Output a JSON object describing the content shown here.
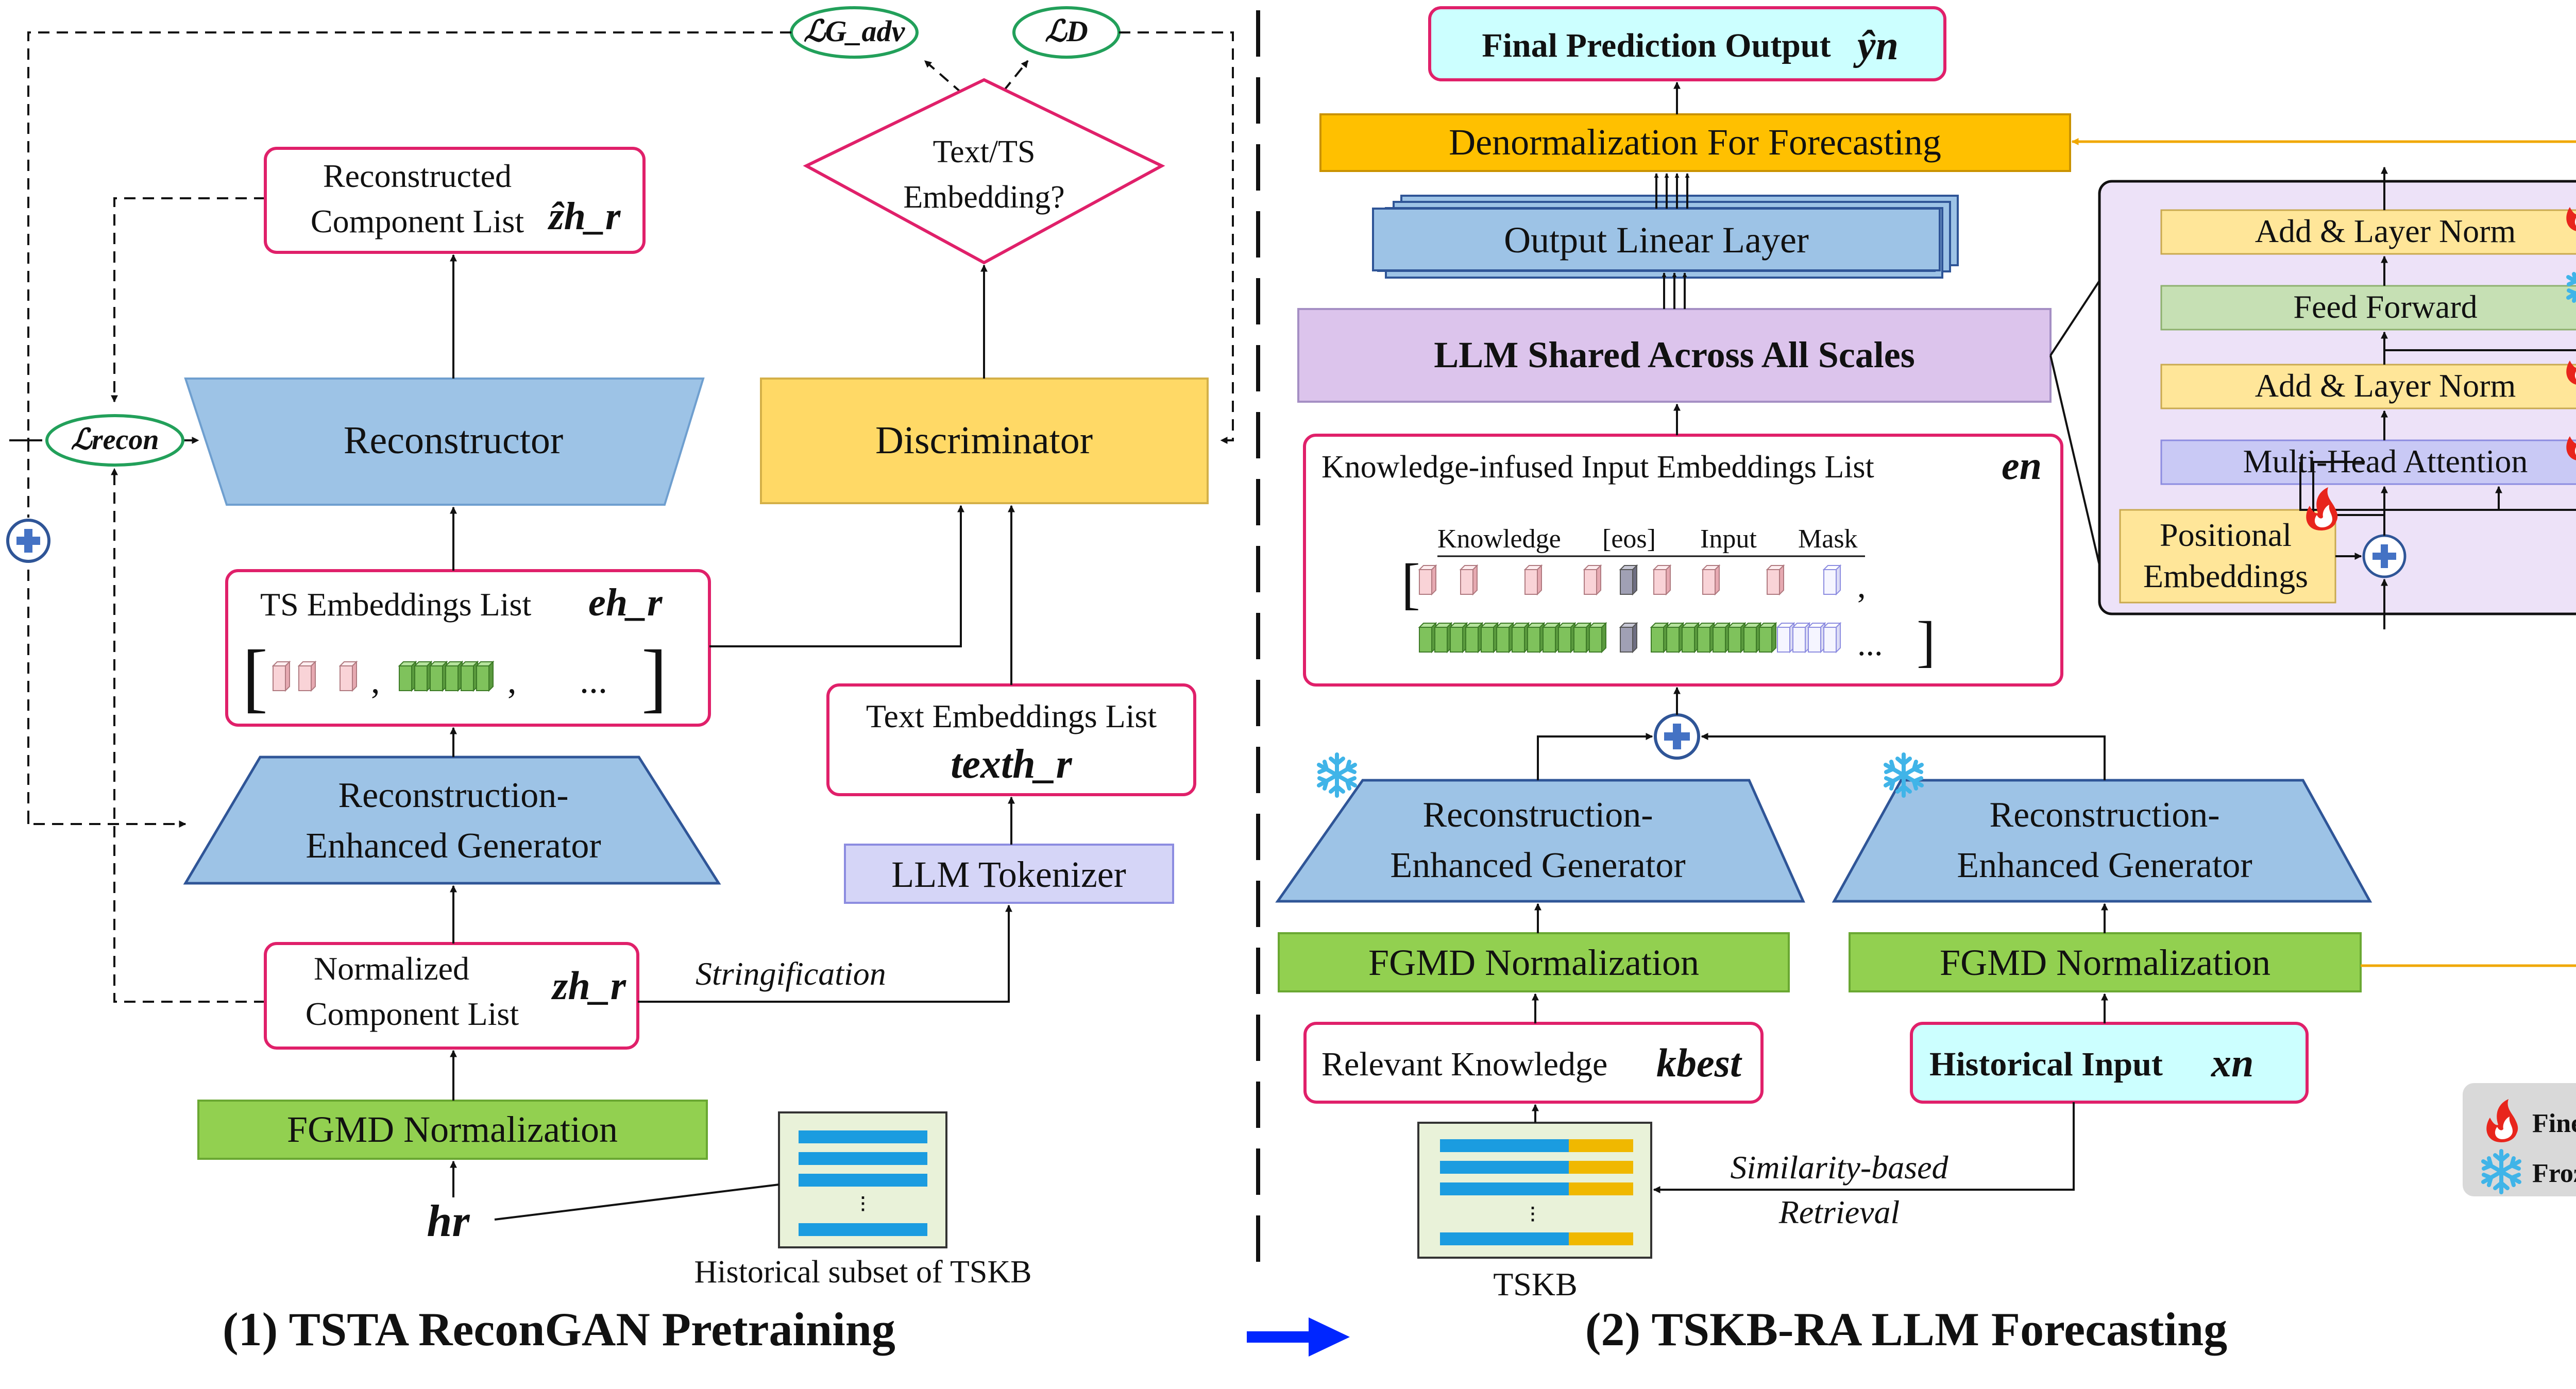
{
  "panels": {
    "left_title": "(1) TSTA ReconGAN Pretraining",
    "right_title": "(2) TSKB-RA LLM Forecasting"
  },
  "losses": {
    "g_adv": "ℒG_adv",
    "d": "ℒD",
    "recon": "ℒrecon"
  },
  "left": {
    "reconstructed_line1": "Reconstructed",
    "reconstructed_line2": "Component List",
    "reconstructed_symbol": "ẑh_r",
    "decision_line1": "Text/TS",
    "decision_line2": "Embedding?",
    "reconstructor": "Reconstructor",
    "discriminator": "Discriminator",
    "ts_embeddings": "TS Embeddings List",
    "ts_embeddings_symbol": "eh_r",
    "text_embeddings": "Text Embeddings List",
    "text_embeddings_symbol": "texth_r",
    "generator_line1": "Reconstruction-",
    "generator_line2": "Enhanced Generator",
    "llm_tokenizer": "LLM Tokenizer",
    "normalized_line1": "Normalized",
    "normalized_line2": "Component List",
    "normalized_symbol": "zh_r",
    "stringification": "Stringification",
    "fgmd": "FGMD Normalization",
    "hr": "hr",
    "subset_caption": "Historical subset of TSKB",
    "ellipsis": "...",
    "vdots": "⋮"
  },
  "right": {
    "final_output": "Final Prediction Output",
    "final_symbol": "ŷn",
    "denorm": "Denormalization For Forecasting",
    "output_linear": "Output Linear Layer",
    "llm_shared": "LLM Shared Across All Scales",
    "knowledge_list": "Knowledge-infused Input Embeddings List",
    "knowledge_symbol": "en",
    "tok_knowledge": "Knowledge",
    "tok_eos": "[eos]",
    "tok_input": "Input",
    "tok_mask": "Mask",
    "gen_line1": "Reconstruction-",
    "gen_line2": "Enhanced Generator",
    "fgmd": "FGMD Normalization",
    "relevant": "Relevant Knowledge",
    "relevant_symbol": "kbest",
    "historical": "Historical Input",
    "historical_symbol": "xn",
    "similarity_line1": "Similarity-based",
    "similarity_line2": "Retrieval",
    "tskb": "TSKB",
    "ellipsis": "...",
    "vdots": "⋮"
  },
  "transformer": {
    "add_norm_top": "Add & Layer Norm",
    "feed_forward": "Feed Forward",
    "add_norm_bottom": "Add & Layer Norm",
    "mha": "Multi-Head Attention",
    "pos_line1": "Positional",
    "pos_line2": "Embeddings"
  },
  "legend": {
    "finetune": "Fine-tune",
    "frozen": "Frozen"
  },
  "colors": {
    "blue_box": "#9dc3e6",
    "blue_border": "#2f5597",
    "yellow_box": "#ffd966",
    "green_box": "#92d050",
    "pink_border": "#e0206a",
    "lavender_box": "#c9c9f5",
    "purple_panel": "#ede2f8",
    "orange_bar": "#ffc000",
    "plus_blue": "#4472c4",
    "snow": "#40b4e8",
    "fire": "#e8251c"
  }
}
